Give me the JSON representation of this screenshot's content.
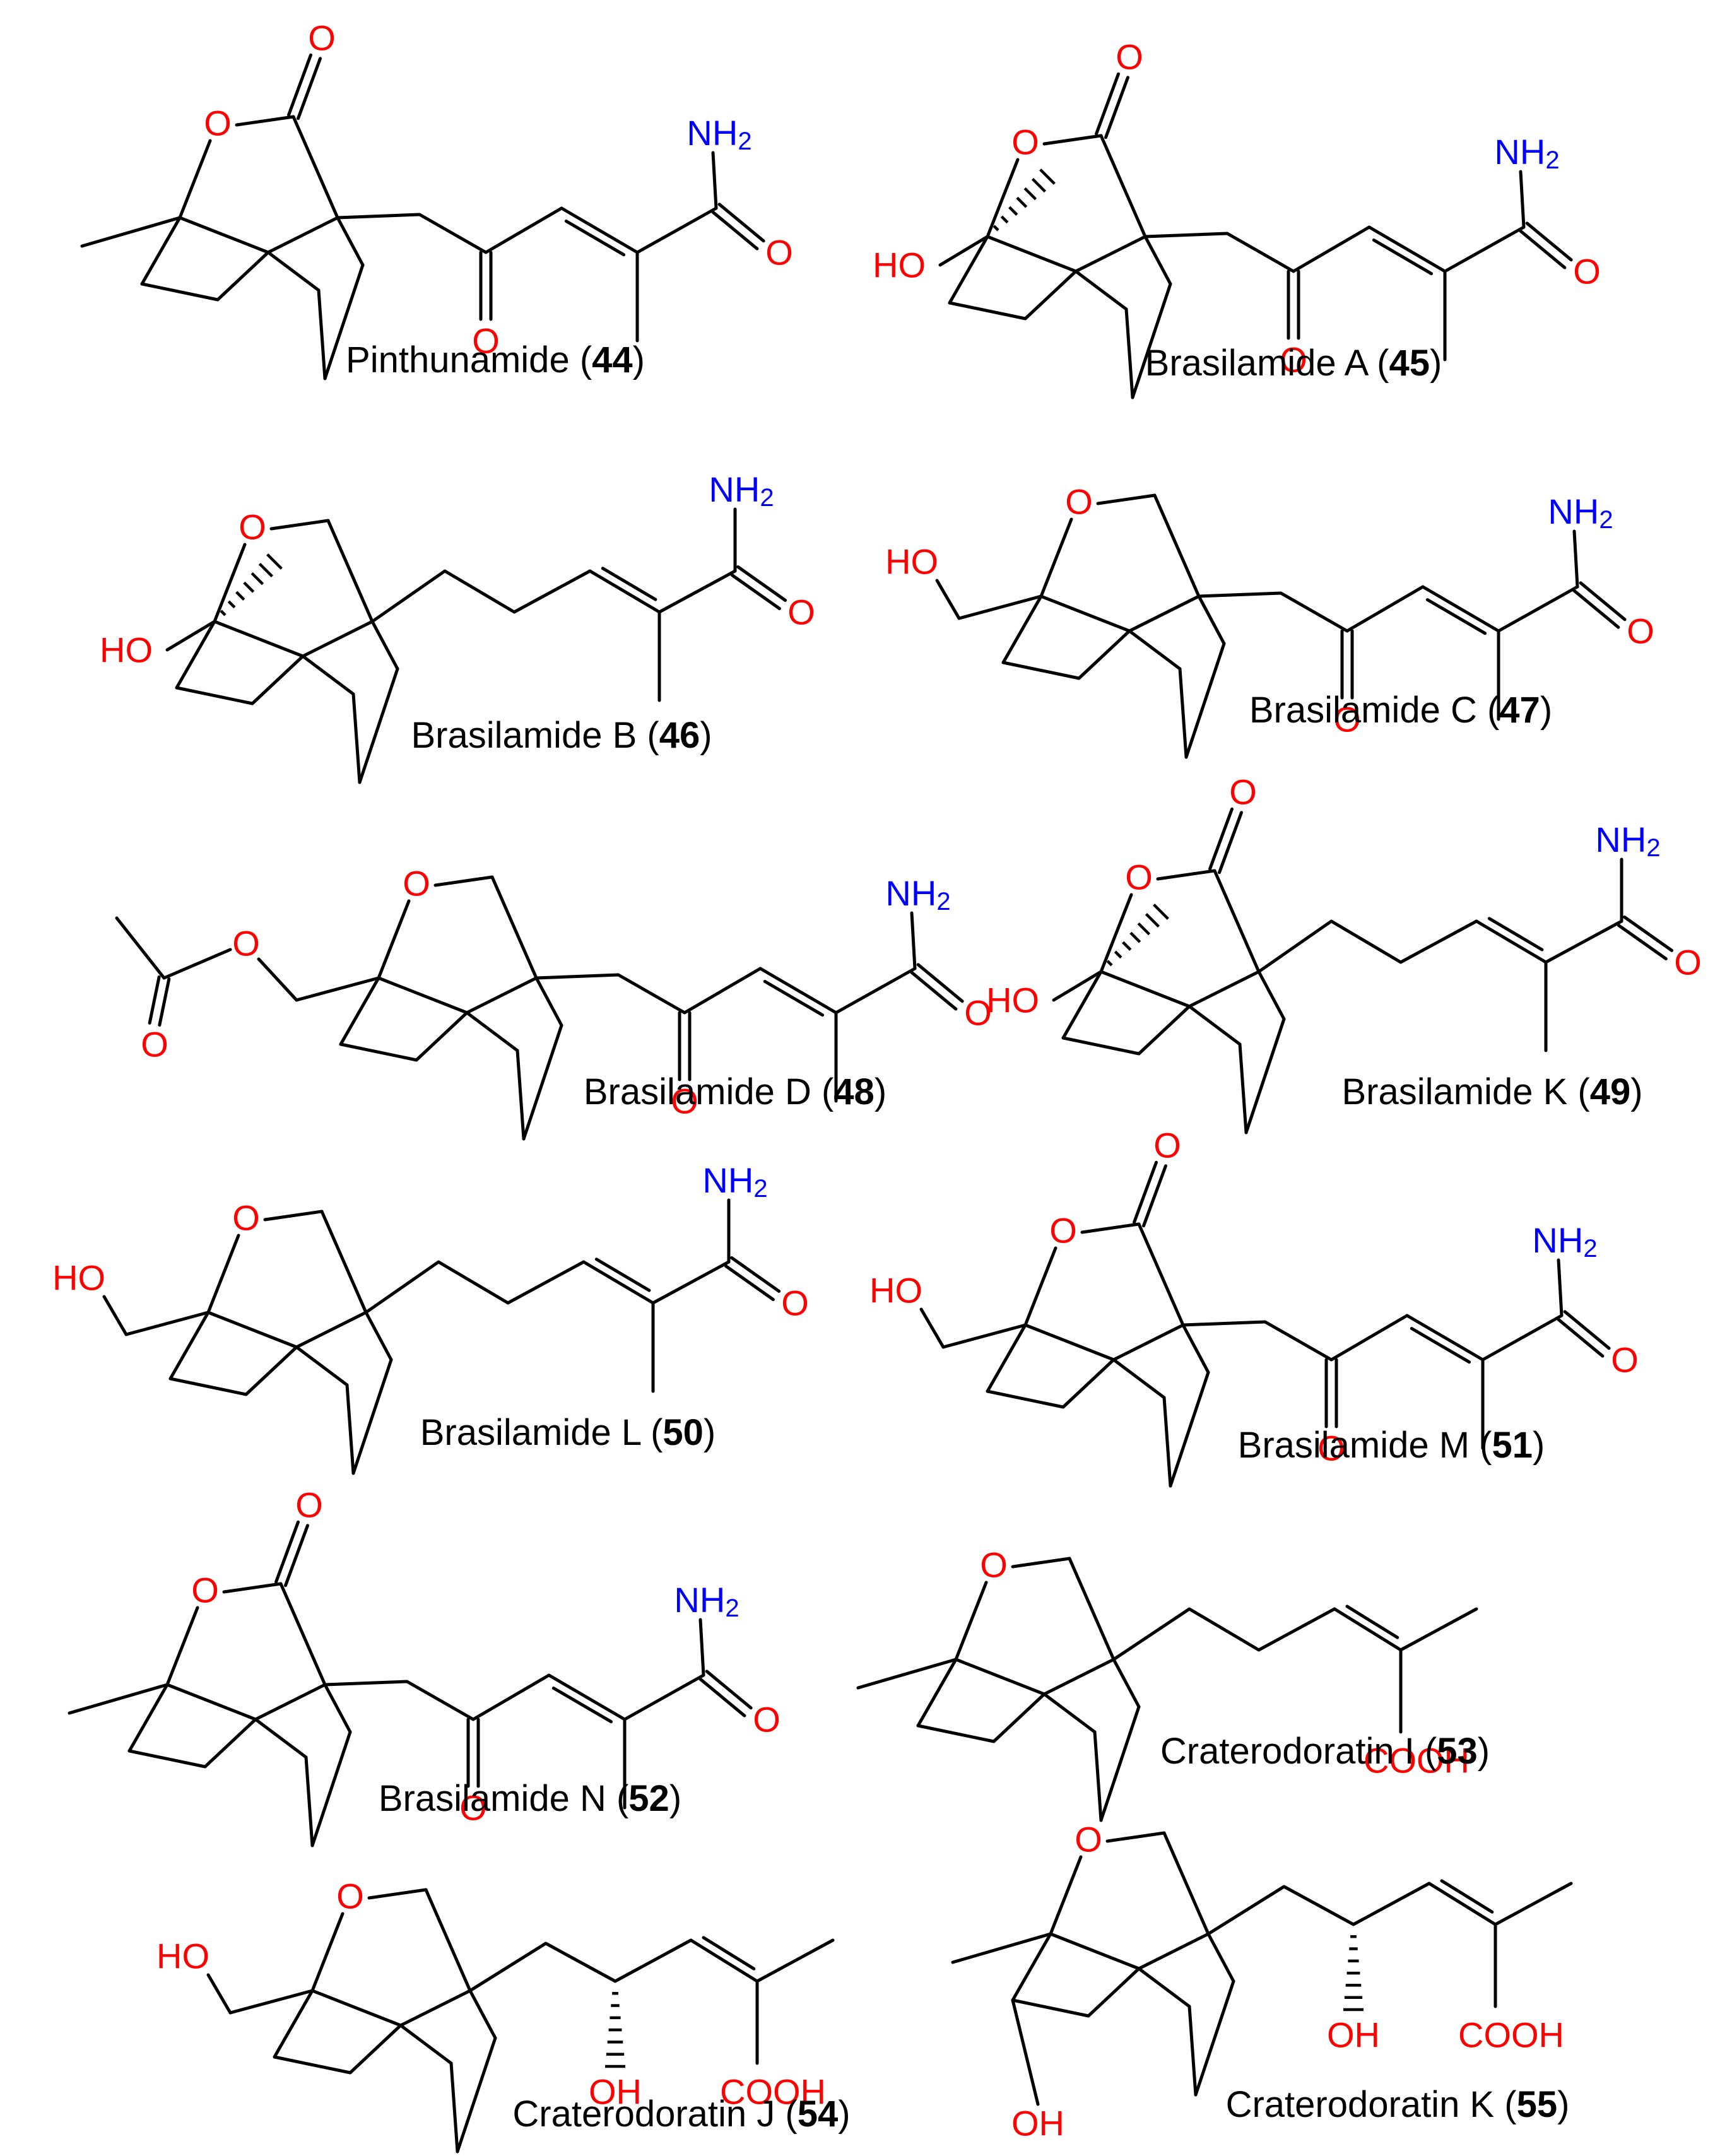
{
  "colors": {
    "bond": "#000000",
    "oxygen": "#ff0000",
    "nitrogen": "#0000ff",
    "caption": "#000000"
  },
  "atom_labels": {
    "O": "O",
    "HO": "HO",
    "OH": "OH",
    "COOH": "COOH",
    "NH": "NH",
    "NH_sub": "2"
  },
  "compounds": [
    {
      "id": "44",
      "name": "Pinthunamide",
      "open": " (",
      "number": "44",
      "close": ")"
    },
    {
      "id": "45",
      "name": "Brasilamide A",
      "open": " (",
      "number": "45",
      "close": ")"
    },
    {
      "id": "46",
      "name": "Brasilamide B",
      "open": " (",
      "number": "46",
      "close": ")"
    },
    {
      "id": "47",
      "name": "Brasilamide C",
      "open": " (",
      "number": "47",
      "close": ")"
    },
    {
      "id": "48",
      "name": "Brasilamide D",
      "open": " (",
      "number": "48",
      "close": ")"
    },
    {
      "id": "49",
      "name": "Brasilamide K",
      "open": " (",
      "number": "49",
      "close": ")"
    },
    {
      "id": "50",
      "name": "Brasilamide L",
      "open": " (",
      "number": "50",
      "close": ")"
    },
    {
      "id": "51",
      "name": "Brasilamide M",
      "open": " (",
      "number": "51",
      "close": ")"
    },
    {
      "id": "52",
      "name": "Brasilamide N",
      "open": " (",
      "number": "52",
      "close": ")"
    },
    {
      "id": "53",
      "name": "Craterodoratin I",
      "open": " (",
      "number": "53",
      "close": ")"
    },
    {
      "id": "54",
      "name": "Craterodoratin J",
      "open": " (",
      "number": "54",
      "close": ")"
    },
    {
      "id": "55",
      "name": "Craterodoratin K",
      "open": " (",
      "number": "55",
      "close": ")"
    }
  ]
}
